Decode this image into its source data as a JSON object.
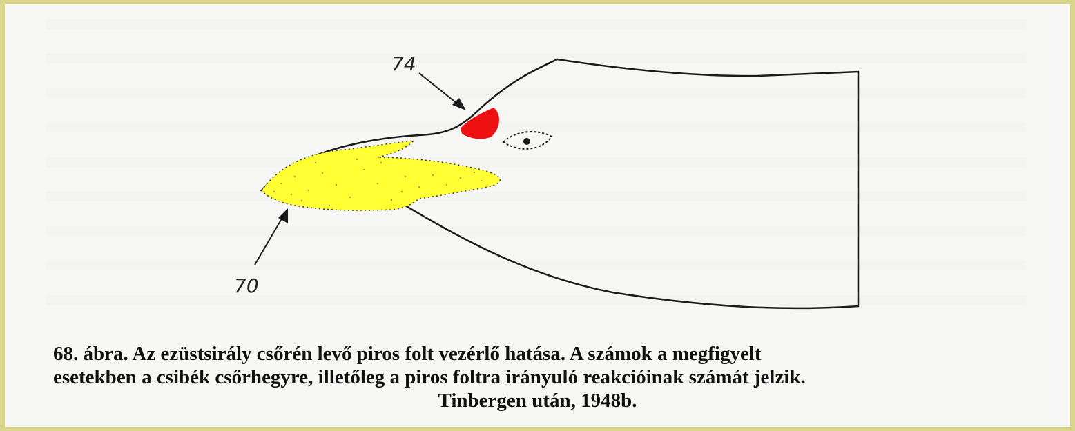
{
  "figure": {
    "label_74": "74",
    "label_70": "70",
    "colors": {
      "border": "#d9d58a",
      "paper": "#f6f6f4",
      "beak_yellow": "#ffff33",
      "red_spot": "#ee1111",
      "outline": "#1a1a1a"
    }
  },
  "caption": {
    "line1": "68. ábra. Az ezüstsirály csőrén levő piros folt vezérlő hatása. A számok a megfigyelt",
    "line2": "esetekben a csibék csőrhegyre, illetőleg a piros foltra irányuló reakcióinak számát jelzik.",
    "line3": "Tinbergen után, 1948b."
  }
}
